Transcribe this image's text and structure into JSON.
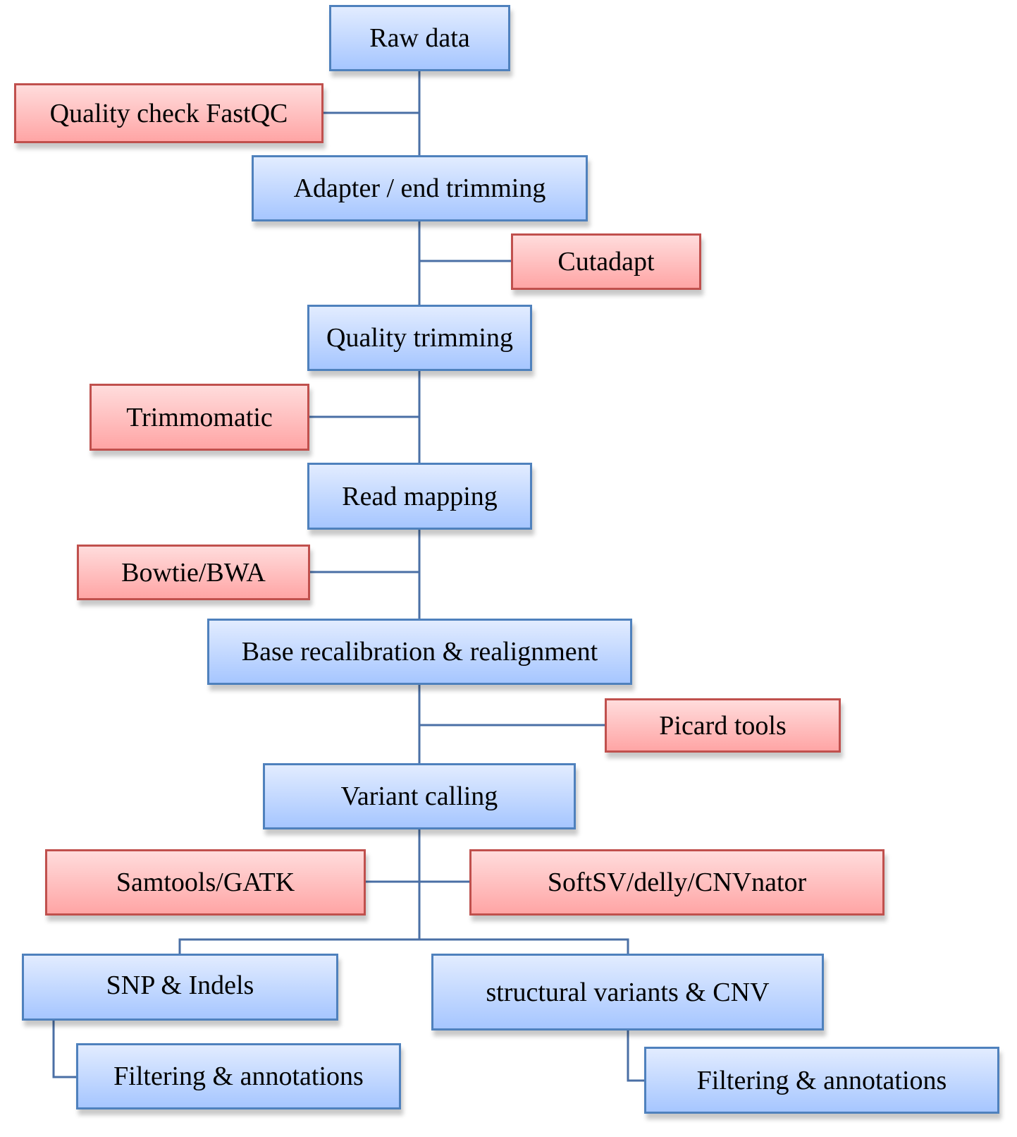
{
  "colors": {
    "step_fill": "#bcd4ff",
    "step_border": "#4f81bd",
    "tool_fill": "#ffc0c0",
    "tool_border": "#c0504d",
    "connector": "#4a6fa5"
  },
  "steps": {
    "raw_data": "Raw data",
    "adapter_trimming": "Adapter / end trimming",
    "quality_trimming": "Quality trimming",
    "read_mapping": "Read mapping",
    "base_recalibration": "Base recalibration & realignment",
    "variant_calling": "Variant calling",
    "snp_indels": "SNP & Indels",
    "structural_variants": "structural variants & CNV",
    "filtering_snp": "Filtering & annotations",
    "filtering_sv": "Filtering & annotations"
  },
  "tools": {
    "fastqc": "Quality check FastQC",
    "cutadapt": "Cutadapt",
    "trimmomatic": "Trimmomatic",
    "bowtie_bwa": "Bowtie/BWA",
    "picard": "Picard tools",
    "samtools_gatk": "Samtools/GATK",
    "softsv": "SoftSV/delly/CNVnator"
  }
}
